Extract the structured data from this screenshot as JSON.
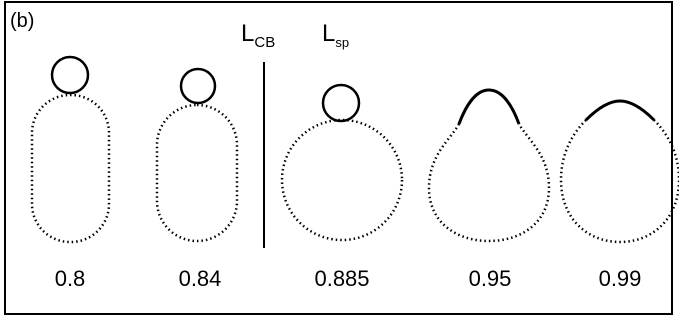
{
  "panel_label": "(b)",
  "divider_labels": {
    "lcb_main": "L",
    "lcb_sub": "CB",
    "lsp_main": "L",
    "lsp_sub": "sp"
  },
  "shapes": [
    {
      "value": "0.8",
      "type": "sphere-with-bud"
    },
    {
      "value": "0.84",
      "type": "sphere-with-bud"
    },
    {
      "value": "0.885",
      "type": "sphere-with-bud"
    },
    {
      "value": "0.95",
      "type": "pear-with-cap"
    },
    {
      "value": "0.99",
      "type": "pear-with-cap"
    }
  ],
  "colors": {
    "line": "#000000",
    "background": "#ffffff"
  }
}
